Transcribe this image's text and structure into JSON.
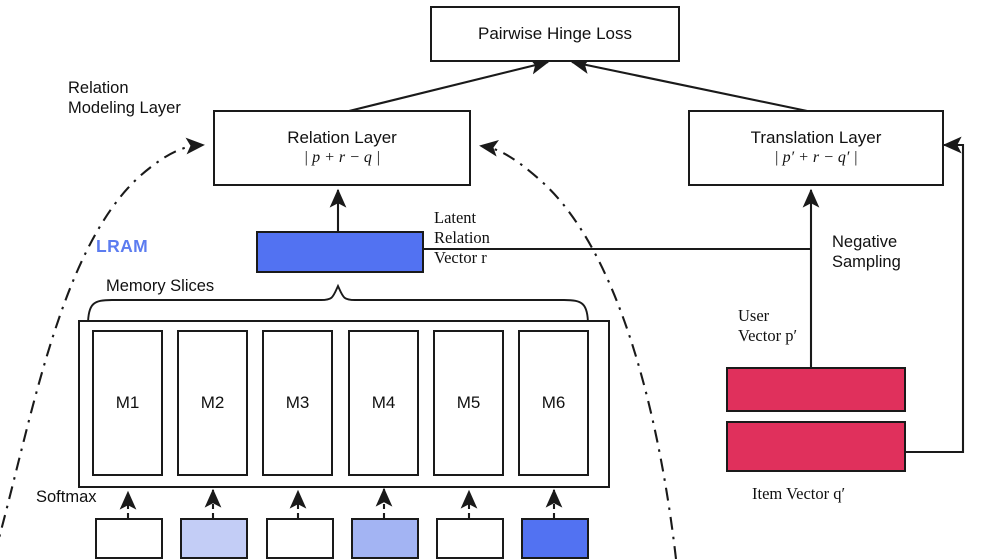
{
  "diagram": {
    "title_note": "LRAM relation modeling architecture",
    "accent_blue": "#5272F2",
    "accent_pink": "#E0305C",
    "lram_label_color": "#5C7CF0",
    "line_color": "#1a1a1a"
  },
  "boxes": {
    "loss": {
      "label": "Pairwise Hinge Loss"
    },
    "relation_layer": {
      "label": "Relation Layer",
      "formula": "| p + r  − q |"
    },
    "translation_layer": {
      "label": "Translation Layer",
      "formula": "| p′ + r  − q′ |"
    }
  },
  "labels": {
    "relation_modeling_layer": "Relation\nModeling Layer",
    "lram": "LRAM",
    "latent_relation_vector": "Latent\nRelation\nVector r",
    "memory_slices": "Memory Slices",
    "softmax": "Softmax",
    "negative_sampling": "Negative\nSampling",
    "user_vector": "User\nVector p′",
    "item_vector": "Item Vector q′"
  },
  "memory": {
    "slices": [
      {
        "label": "M1"
      },
      {
        "label": "M2"
      },
      {
        "label": "M3"
      },
      {
        "label": "M4"
      },
      {
        "label": "M5"
      },
      {
        "label": "M6"
      }
    ]
  },
  "softmax_boxes": [
    {
      "index": 1,
      "fill": "#ffffff",
      "weight": "none"
    },
    {
      "index": 2,
      "fill": "#C3CDF6",
      "weight": "low"
    },
    {
      "index": 3,
      "fill": "#ffffff",
      "weight": "none"
    },
    {
      "index": 4,
      "fill": "#A3B4F3",
      "weight": "medium"
    },
    {
      "index": 5,
      "fill": "#ffffff",
      "weight": "none"
    },
    {
      "index": 6,
      "fill": "#5272F2",
      "weight": "high"
    }
  ],
  "vectors": {
    "latent_relation": {
      "fill": "#5272F2"
    },
    "user": {
      "fill": "#E0305C"
    },
    "item": {
      "fill": "#E0305C"
    }
  }
}
